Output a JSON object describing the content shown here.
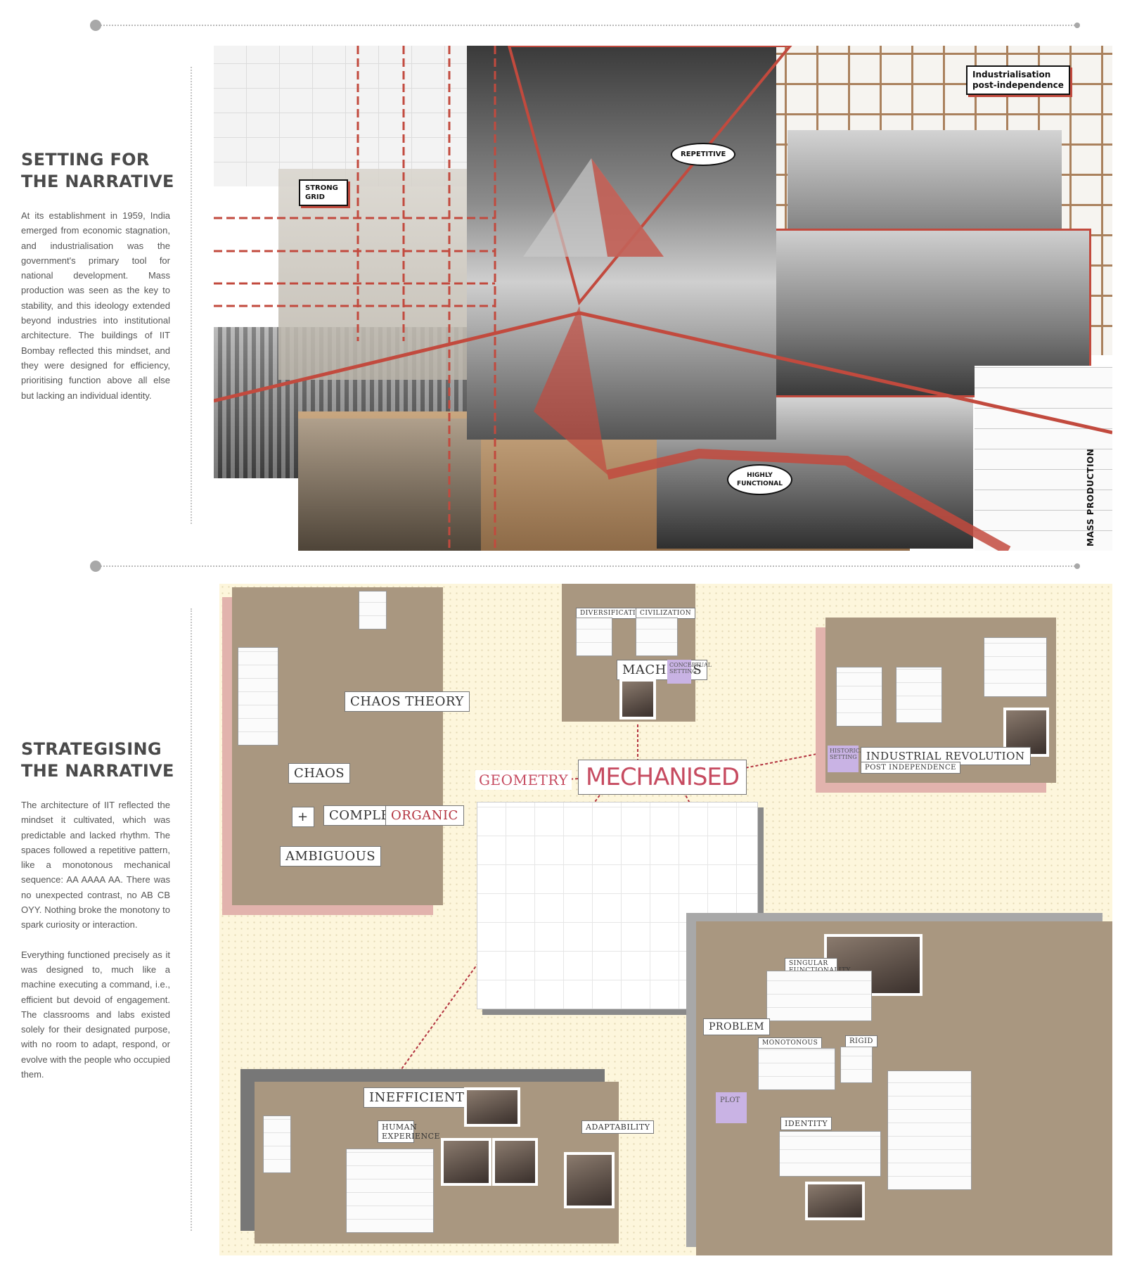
{
  "section1": {
    "title_line1": "SETTING FOR",
    "title_line2": "THE NARRATIVE",
    "body": "At its establishment in 1959, India emerged from economic stagnation, and industrialisation was the government's primary tool for national development. Mass production was seen as the key to stability, and this ideology extended beyond industries into institutional architecture. The buildings of IIT Bombay reflected this mindset, and they were designed for efficiency, prioritising function above all else but lacking an individual identity."
  },
  "collage": {
    "bubble_grid": "STRONG GRID",
    "bubble_repetitive": "REPETITIVE",
    "bubble_industrial_1": "Industrialisation",
    "bubble_industrial_2": "post-independence",
    "bubble_functional_1": "HIGHLY",
    "bubble_functional_2": "FUNCTIONAL",
    "mass_production": "MASS PRODUCTION",
    "accent_color": "#c24a3e"
  },
  "section2": {
    "title_line1": "STRATEGISING",
    "title_line2": "THE NARRATIVE",
    "body_p1": "The architecture of IIT reflected the mindset it cultivated, which was predictable and lacked rhythm. The spaces followed a repetitive pattern, like a monotonous mechanical sequence: AA AAAA AA. There was no unexpected contrast, no AB CB OYY. Nothing broke the monotony to spark curiosity or interaction.",
    "body_p2": "Everything functioned precisely as it was designed to, much like a machine executing a command, i.e., efficient but devoid of engagement. The classrooms and labs existed solely for their designated purpose, with no room to adapt, respond, or evolve with the people who occupied them."
  },
  "board": {
    "mechanised": "MECHANISED",
    "geometry": "GEOMETRY",
    "chaos_theory": "CHAOS THEORY",
    "chaos": "CHAOS",
    "complexity": "COMPLEXITY",
    "organic": "ORGANIC",
    "ambiguous": "AMBIGUOUS",
    "machines": "MACHINES",
    "industrial_revolution": "INDUSTRIAL REVOLUTION",
    "post_independence": "POST INDEPENDENCE",
    "inefficient": "INEFFICIENT?",
    "human_experience": "HUMAN EXPERIENCE",
    "adaptability": "ADAPTABILITY",
    "problem": "PROBLEM",
    "monotonous": "MONOTONOUS",
    "rigid": "RIGID",
    "identity": "IDENTITY",
    "plot": "PLOT",
    "conceptual_setting": "CONCEPTUAL SETTING",
    "historical_setting": "HISTORICAL SETTING",
    "divisification": "DIVERSIFICATION",
    "civilization": "CIVILIZATION",
    "singular_functionality": "SINGULAR FUNCTIONALITY"
  }
}
